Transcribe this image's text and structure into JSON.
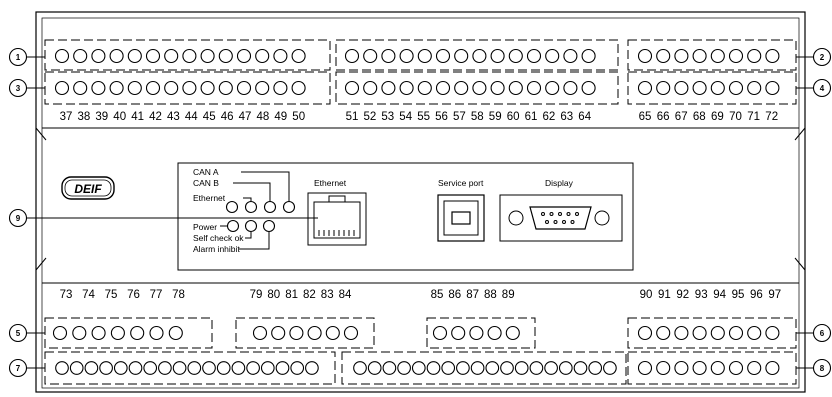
{
  "device": {
    "logo_text": "DEIF",
    "callouts": [
      "1",
      "2",
      "3",
      "4",
      "5",
      "6",
      "7",
      "8",
      "9"
    ],
    "terminal_numbers": {
      "top_row_left": [
        "37",
        "38",
        "39",
        "40",
        "41",
        "42",
        "43",
        "44",
        "45",
        "46",
        "47",
        "48",
        "49",
        "50"
      ],
      "top_row_mid": [
        "51",
        "52",
        "53",
        "54",
        "55",
        "56",
        "57",
        "58",
        "59",
        "60",
        "61",
        "62",
        "63",
        "64"
      ],
      "top_row_right": [
        "65",
        "66",
        "67",
        "68",
        "69",
        "70",
        "71",
        "72"
      ],
      "bottom_row_a": [
        "73",
        "74",
        "75",
        "76",
        "77",
        "78"
      ],
      "bottom_row_b": [
        "79",
        "80",
        "81",
        "82",
        "83",
        "84"
      ],
      "bottom_row_c": [
        "85",
        "86",
        "87",
        "88",
        "89"
      ],
      "bottom_row_d": [
        "90",
        "91",
        "92",
        "93",
        "94",
        "95",
        "96",
        "97"
      ]
    },
    "led_labels": {
      "can_a": "CAN A",
      "can_b": "CAN B",
      "ethernet": "Ethernet",
      "power": "Power",
      "self_check": "Self check ok",
      "alarm_inhibit": "Alarm inhibit"
    },
    "port_labels": {
      "ethernet": "Ethernet",
      "service_port": "Service port",
      "display": "Display"
    }
  }
}
